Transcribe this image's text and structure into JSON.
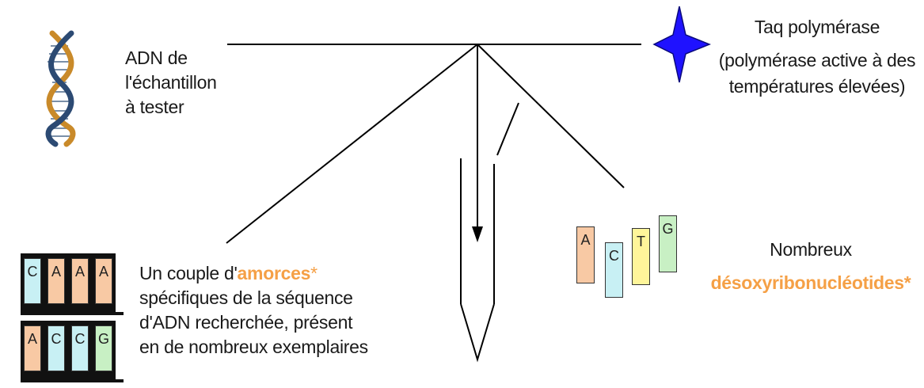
{
  "labels": {
    "dna": [
      "ADN de",
      "l'échantillon",
      "à tester"
    ],
    "taq": [
      "Taq polymérase",
      "(polymérase active à des",
      "températures élevées)"
    ],
    "nucleotides_line1": "Nombreux",
    "nucleotides_line2": "désoxyribonucléotides*",
    "primers_prefix": "Un couple d'",
    "primers_highlight": "amorces",
    "primers_star": "*",
    "primers_rest": [
      "spécifiques de la séquence",
      "d'ADN recherchée, présent",
      "en de nombreux exemplaires"
    ]
  },
  "primer1": [
    "C",
    "A",
    "A",
    "A"
  ],
  "primer2": [
    "A",
    "C",
    "C",
    "G"
  ],
  "nucleotides": [
    "A",
    "C",
    "T",
    "G"
  ],
  "colors": {
    "A": "#f8c9a4",
    "C": "#c8f0f4",
    "T": "#fff59a",
    "G": "#c8f0c4",
    "accent": "#f5a046",
    "star": "#1f12ff"
  },
  "icons": [
    "dna-helix-icon",
    "star-icon",
    "tube-icon"
  ]
}
